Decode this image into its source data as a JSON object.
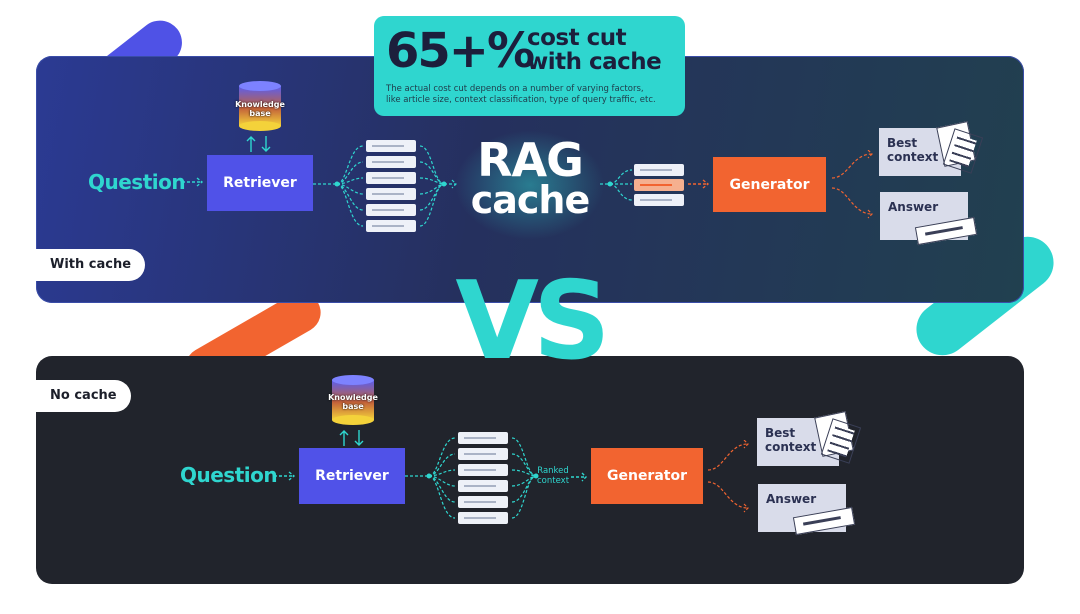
{
  "promo": {
    "percent": "65+%",
    "headline_line1": "cost cut",
    "headline_line2": "with cache",
    "note_line1": "The actual cost cut depends on a number of varying factors,",
    "note_line2": "like article size, context classification, type of query traffic, etc."
  },
  "vs_label": "VS",
  "with_cache": {
    "section_label": "With cache",
    "question": "Question",
    "retriever": "Retriever",
    "knowledge_base": [
      "Knowledge",
      "base"
    ],
    "rag_cache": [
      "RAG",
      "cache"
    ],
    "generator": "Generator",
    "best_context": [
      "Best",
      "context"
    ],
    "answer": "Answer"
  },
  "no_cache": {
    "section_label": "No cache",
    "question": "Question",
    "retriever": "Retriever",
    "knowledge_base": [
      "Knowledge",
      "base"
    ],
    "ranked_context": [
      "Ranked",
      "context"
    ],
    "generator": "Generator",
    "best_context": [
      "Best",
      "context"
    ],
    "answer": "Answer"
  },
  "colors": {
    "teal": "#2fd6cf",
    "retriever_blue": "#5052e8",
    "generator_orange": "#f26430",
    "decor_blue": "#4f52e6",
    "decor_orange": "#f26430"
  },
  "icons": [
    "knowledge-base-cylinder-icon",
    "document-list-icon",
    "paper-stack-icon",
    "arrow-right-icon"
  ]
}
